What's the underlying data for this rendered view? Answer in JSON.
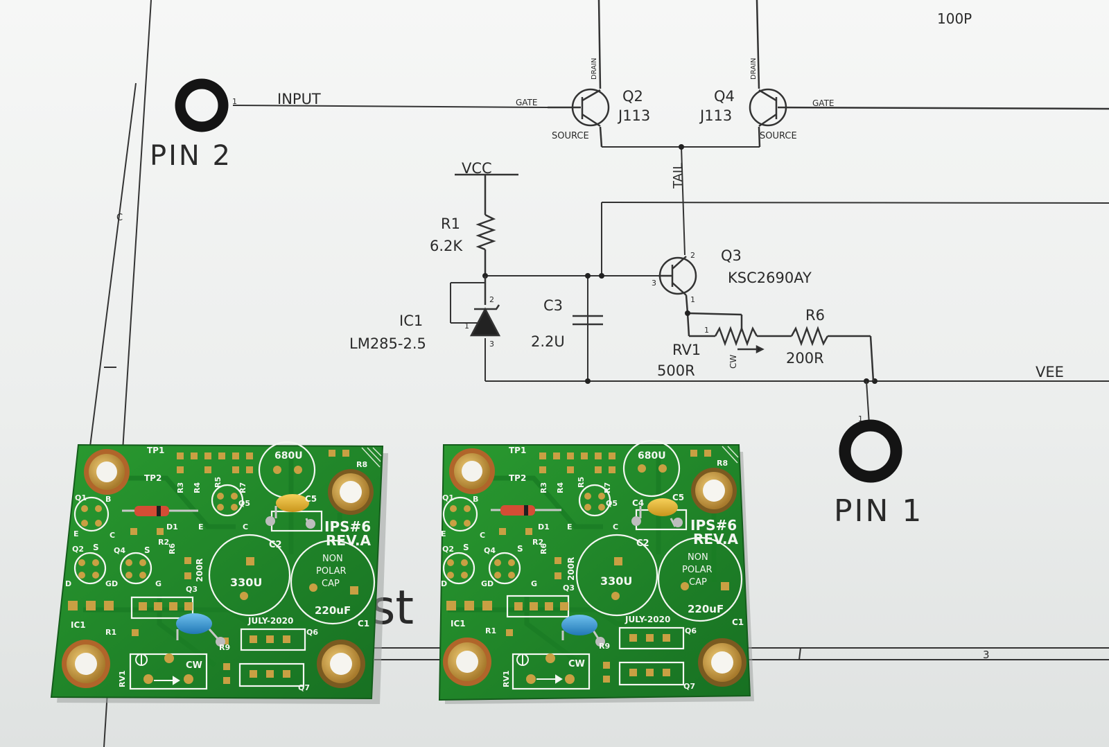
{
  "schematic": {
    "cap_c4_value": "100P",
    "input_net": "INPUT",
    "pin2_label": "PIN 2",
    "pin1_label": "PIN 1",
    "q2": {
      "ref": "Q2",
      "part": "J113",
      "gate": "GATE",
      "drain": "DRAIN",
      "source": "SOURCE"
    },
    "q4": {
      "ref": "Q4",
      "part": "J113",
      "gate": "GATE",
      "drain": "DRAIN",
      "source": "SOURCE"
    },
    "tail_net": "TAIL",
    "vcc_net": "VCC",
    "vee_net": "VEE",
    "r1": {
      "ref": "R1",
      "value": "6.2K"
    },
    "q3": {
      "ref": "Q3",
      "part": "KSC2690AY"
    },
    "ic1": {
      "ref": "IC1",
      "part": "LM285-2.5"
    },
    "c3": {
      "ref": "C3",
      "value": "2.2U"
    },
    "rv1": {
      "ref": "RV1",
      "value": "500R",
      "cw": "CW"
    },
    "r6": {
      "ref": "R6",
      "value": "200R"
    },
    "border_marker_c": "C",
    "border_marker_3": "3",
    "partial_text": "st"
  },
  "pcb": {
    "board_name": "IPS#6",
    "revision": "REV.A",
    "date": "JULY-2020",
    "cap_c2": "330U",
    "cap_c2_ref": "C2",
    "cap_c1_label": [
      "NON",
      "POLAR",
      "CAP"
    ],
    "cap_c1_value": "220uF",
    "cap_c1_ref": "C1",
    "cap_c5_value": "680U",
    "cap_c5_ref": "C5",
    "cap_c4_ref": "C4",
    "tp1": "TP1",
    "tp2": "TP2",
    "r2": "R2",
    "r3": "R3",
    "r4": "R4",
    "r5": "R5",
    "r6": "R6",
    "r7": "R7",
    "r8": "R8",
    "r9": "R9",
    "r1": "R1",
    "r6_value": "200R",
    "q1": "Q1",
    "q2": "Q2",
    "q3": "Q3",
    "q4": "Q4",
    "q5": "Q5",
    "q6": "Q6",
    "q7": "Q7",
    "d1": "D1",
    "ic1": "IC1",
    "rv1": "RV1",
    "cw": "CW",
    "pin_b": "B",
    "pin_c": "C",
    "pin_e": "E",
    "pin_s": "S",
    "pin_d": "D",
    "pin_gd": "GD",
    "pin_g": "G"
  },
  "colors": {
    "paper": "#f1f2f1",
    "ink": "#2a2a2a",
    "solder_mask": "#1f8a2a",
    "silkscreen": "#f4f7f2",
    "gold_pad": "#c9a043",
    "copper_ring": "#b0652a",
    "yellow_cap": "#e8b62a",
    "blue_cap": "#3a9bd6"
  }
}
